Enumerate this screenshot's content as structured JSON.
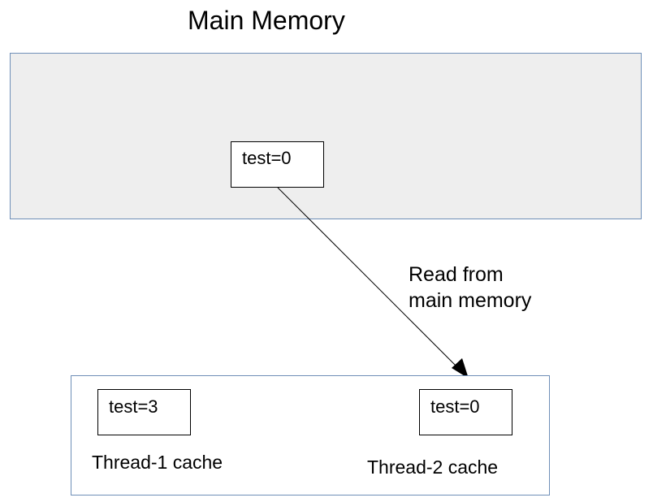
{
  "title": "Main Memory",
  "main_memory": {
    "variable": "test=0"
  },
  "arrow": {
    "label_line1": "Read from",
    "label_line2": "main memory"
  },
  "threads": [
    {
      "variable": "test=3",
      "label": "Thread-1 cache"
    },
    {
      "variable": "test=0",
      "label": "Thread-2 cache"
    }
  ],
  "colors": {
    "panel_border": "#6f8fb8",
    "main_memory_fill": "#eeeeee",
    "box_border": "#000000",
    "arrow": "#000000"
  }
}
